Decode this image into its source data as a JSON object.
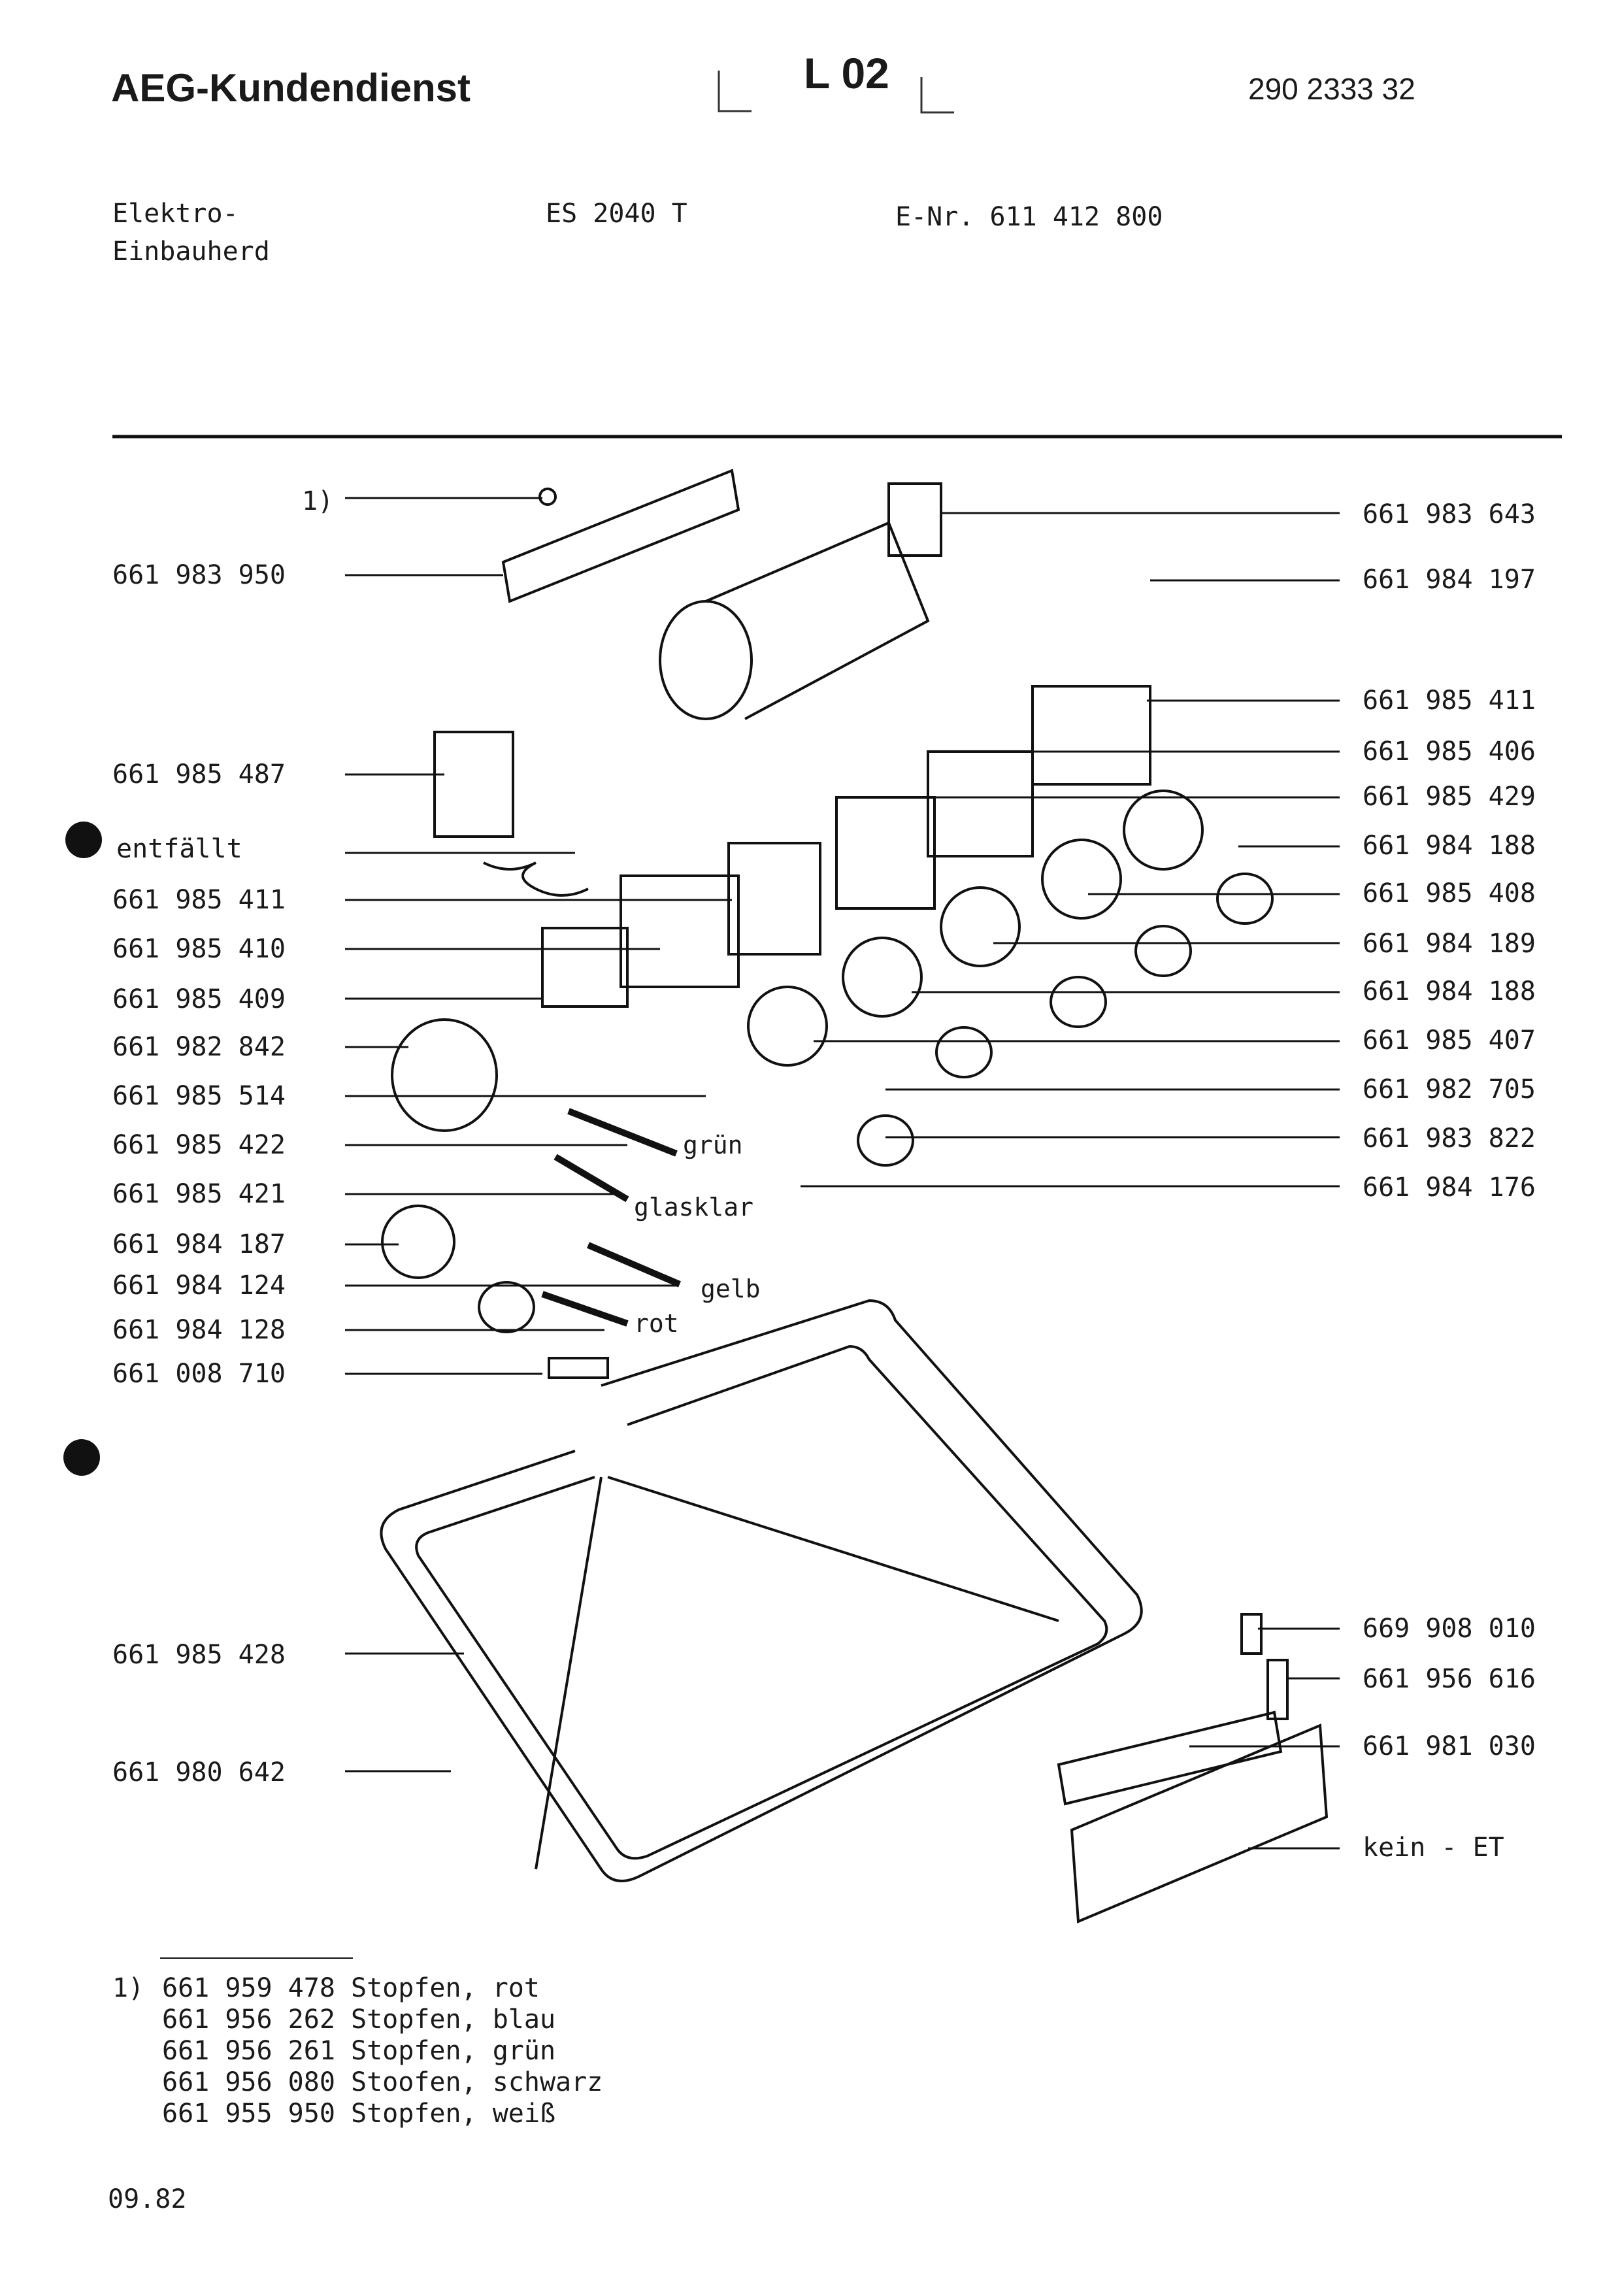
{
  "header": {
    "brand": "AEG-Kundendienst",
    "sheet": "L 02",
    "doc_number": "290 2333 32"
  },
  "meta": {
    "device_line1": "Elektro-",
    "device_line2": "Einbauherd",
    "model": "ES  2040 T",
    "enr": "E-Nr. 611 412 800"
  },
  "parts_left": [
    "1)",
    "661 983 950",
    "661 985 487",
    "entfällt",
    "661 985 411",
    "661 985 410",
    "661 985 409",
    "661 982 842",
    "661 985 514",
    "661 985 422",
    "661 985 421",
    "661 984 187",
    "661 984 124",
    "661 984 128",
    "661 008 710",
    "661 985 428",
    "661 980 642"
  ],
  "parts_right": [
    "661 983 643",
    "661 984 197",
    "661 985 411",
    "661 985 406",
    "661 985 429",
    "661 984 188",
    "661 985 408",
    "661 984 189",
    "661 984 188",
    "661 985 407",
    "661 982 705",
    "661 983 822",
    "661 984 176",
    "669 908 010",
    "661 956 616",
    "661 981 030",
    "kein - ET"
  ],
  "lamp_colors": [
    "grün",
    "glasklar",
    "gelb",
    "rot"
  ],
  "footnote": {
    "marker": "1)",
    "items": [
      "661 959 478 Stopfen, rot",
      "661 956 262 Stopfen, blau",
      "661 956 261 Stopfen, grün",
      "661 956 080 Stoofen, schwarz",
      "661 955 950 Stopfen, weiß"
    ]
  },
  "date": "09.82"
}
